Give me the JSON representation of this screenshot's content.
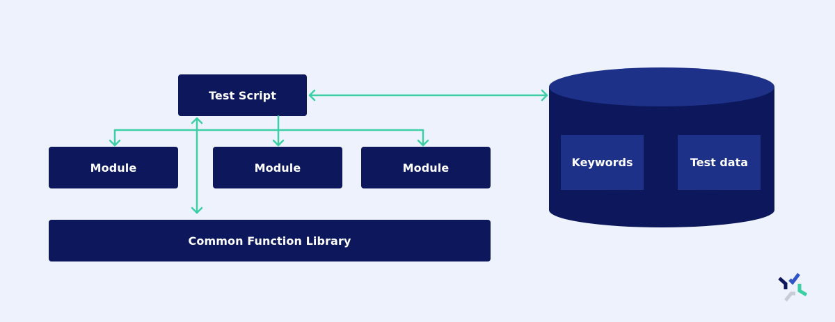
{
  "diagram": {
    "test_script_label": "Test Script",
    "modules": [
      {
        "label": "Module"
      },
      {
        "label": "Module"
      },
      {
        "label": "Module"
      }
    ],
    "library_label": "Common Function Library",
    "database": {
      "keywords_label": "Keywords",
      "test_data_label": "Test data"
    }
  },
  "colors": {
    "background": "#eef2fc",
    "box": "#0c175c",
    "database_top": "#1d3189",
    "arrow": "#3ccfa6"
  },
  "icons": {
    "logo": "brand-logo-icon"
  }
}
